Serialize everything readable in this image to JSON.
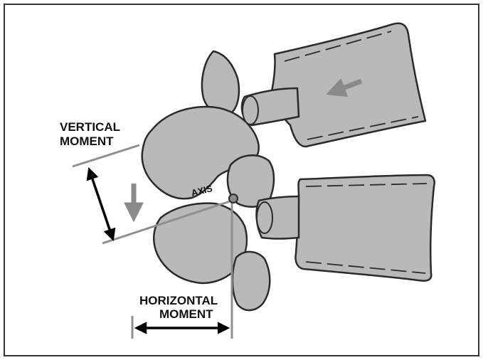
{
  "labels": {
    "vertical_moment_line1": "VERTICAL",
    "vertical_moment_line2": "MOMENT",
    "axis": "AXIS",
    "horizontal_moment_line1": "HORIZONTAL",
    "horizontal_moment_line2": "MOMENT"
  },
  "colors": {
    "bone_fill": "#b9b9b9",
    "outline": "#2a2a2a",
    "gray_line": "#8f8f8f",
    "arrow_black": "#000000",
    "arrow_gray": "#8a8a8a"
  }
}
